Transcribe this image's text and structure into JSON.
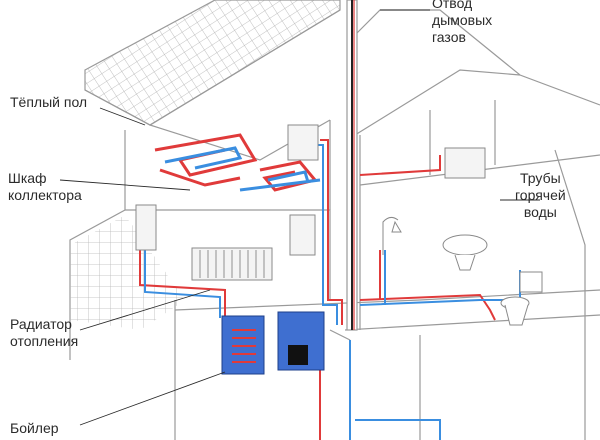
{
  "labels": {
    "flue": "Отвод\nдымовых\nгазов",
    "floor_heating": "Тёплый пол",
    "manifold": "Шкаф\nколлектора",
    "hot_pipes": "Трубы\nгорячей\nводы",
    "radiator": "Радиатор\nотопления",
    "boiler": "Бойлер"
  },
  "colors": {
    "supply": "#e03a3a",
    "return": "#3a8ee0",
    "outline": "#9a9a9a",
    "tank": "#3f6fd0"
  }
}
